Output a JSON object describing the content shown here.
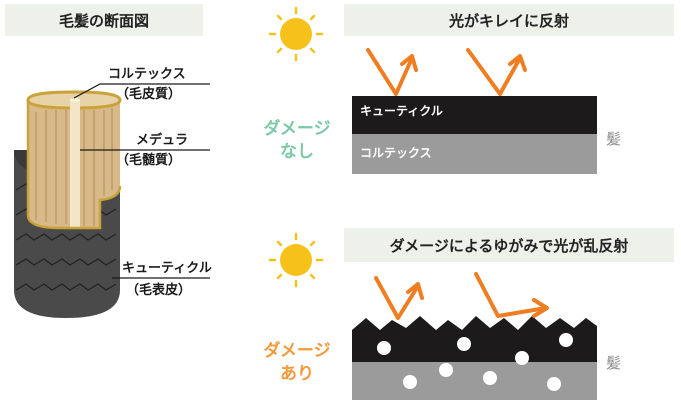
{
  "left": {
    "title": "毛髪の断面図",
    "labels": {
      "cortex": "コルテックス",
      "cortex_sub": "（毛皮質）",
      "medulla": "メデュラ",
      "medulla_sub": "（毛髄質）",
      "cuticle": "キューティクル",
      "cuticle_sub": "（毛表皮）"
    }
  },
  "top_panel": {
    "title": "光がキレイに反射",
    "damage_label_1": "ダメージ",
    "damage_label_2": "なし",
    "bar_black_label": "キューティクル",
    "bar_gray_label": "コルテックス",
    "hair_label": "髪"
  },
  "bottom_panel": {
    "title": "ダメージによるゆがみで光が乱反射",
    "damage_label_1": "ダメージ",
    "damage_label_2": "あり",
    "hair_label": "髪"
  },
  "colors": {
    "panel_bg": "#eef0ea",
    "sun": "#f6c21a",
    "arrow": "#f07d22",
    "no_damage_text": "#7cc8a6",
    "damage_text": "#f39a3c",
    "cuticle_black": "#1c1a1a",
    "cortex_gray": "#9b9b9b"
  }
}
